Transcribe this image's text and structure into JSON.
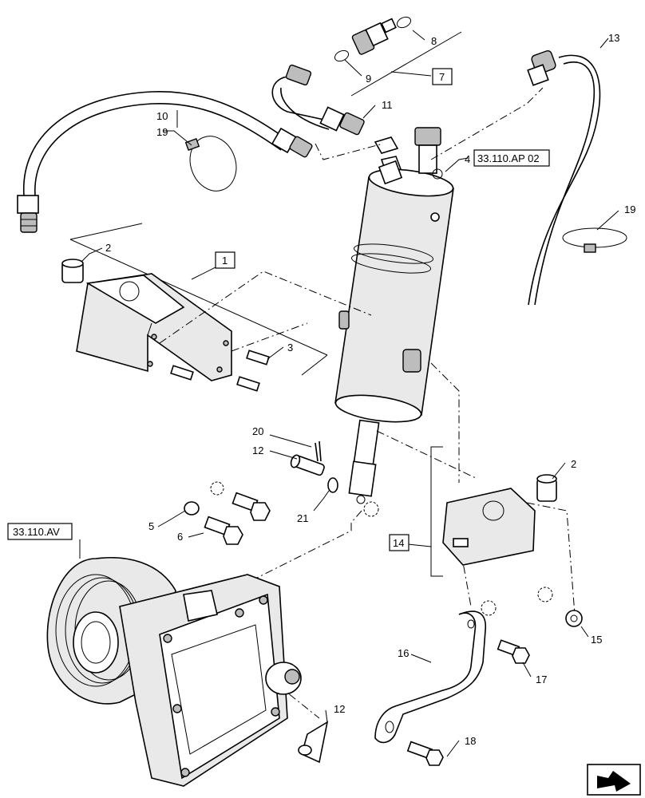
{
  "callouts": {
    "c1": "1",
    "c2a": "2",
    "c2b": "2",
    "c3": "3",
    "c4": "4",
    "c5": "5",
    "c6": "6",
    "c7": "7",
    "c8": "8",
    "c9": "9",
    "c10": "10",
    "c11": "11",
    "c12a": "12",
    "c12b": "12",
    "c13": "13",
    "c14": "14",
    "c15": "15",
    "c16": "16",
    "c17": "17",
    "c18": "18",
    "c19a": "19",
    "c19b": "19",
    "c20": "20",
    "c21": "21"
  },
  "references": {
    "ref_ap02": "33.110.AP 02",
    "ref_av": "33.110.AV"
  },
  "nav_icon": "arrow-icon"
}
